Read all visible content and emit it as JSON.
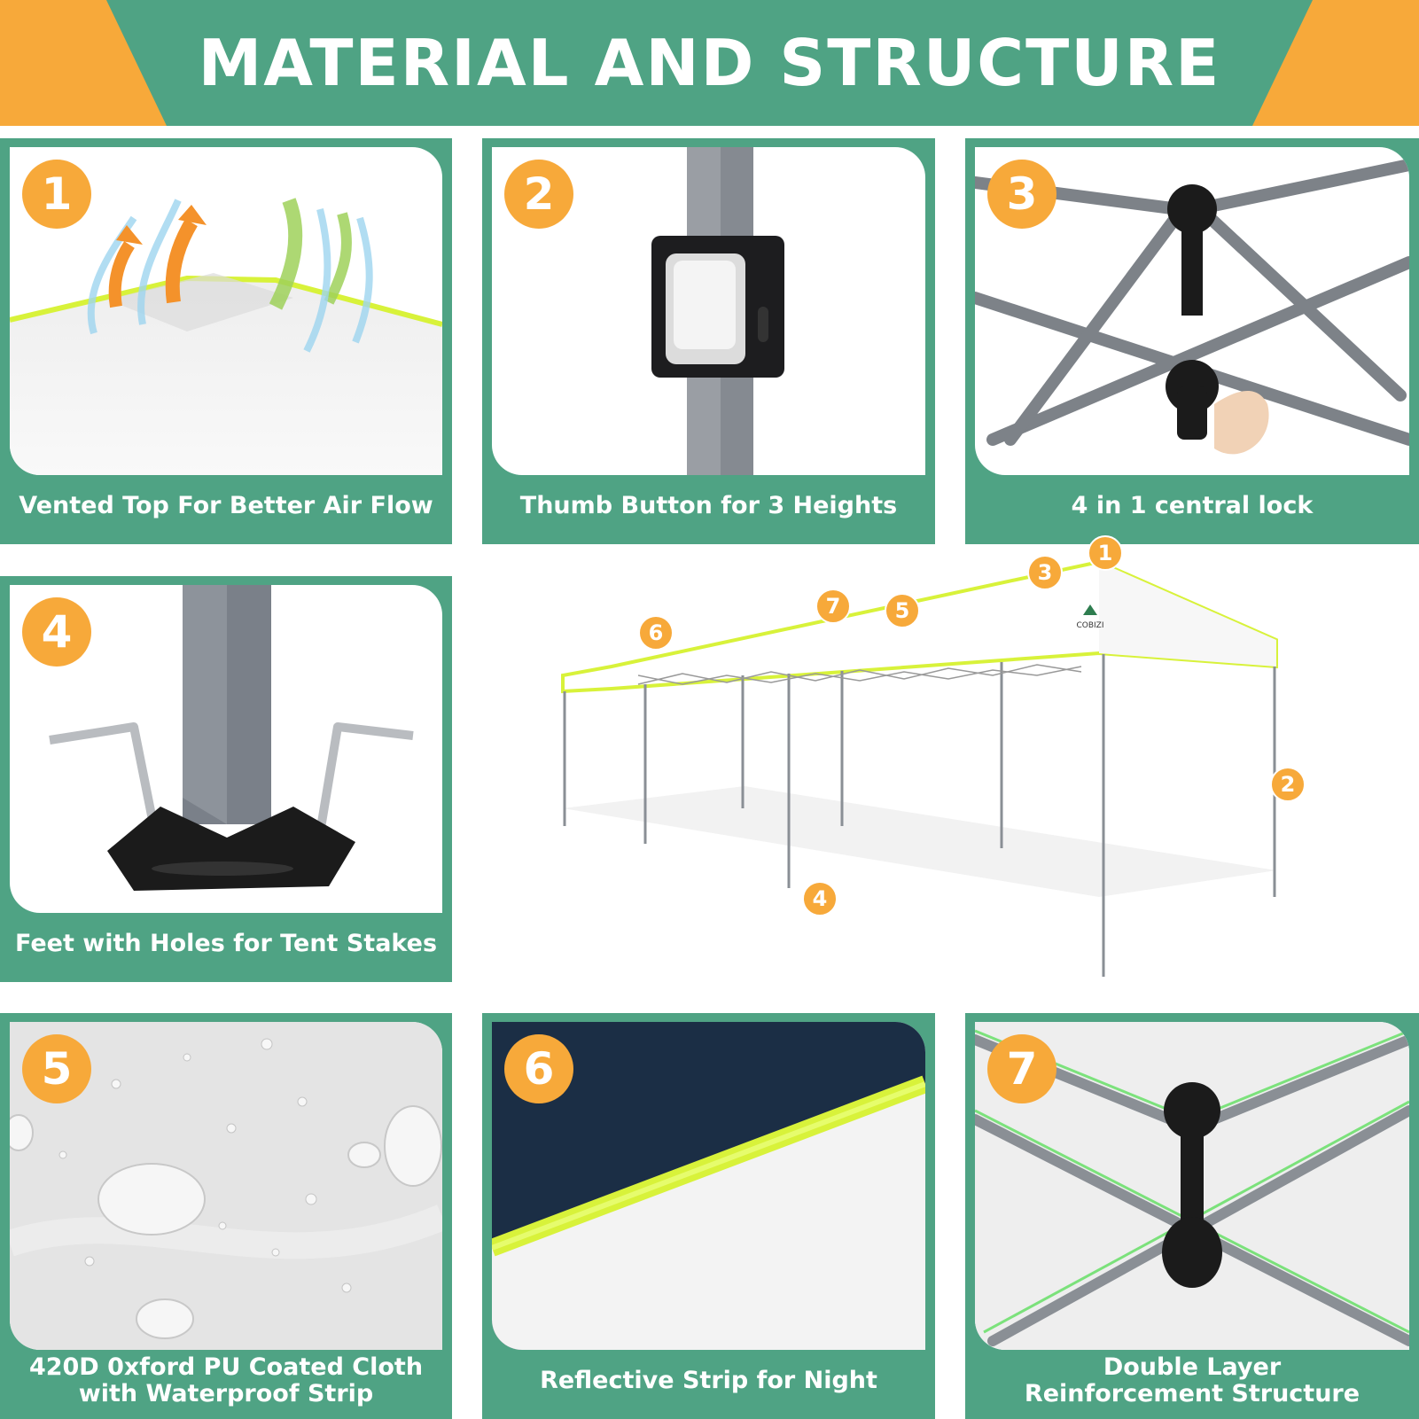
{
  "header": {
    "title": "MATERIAL AND STRUCTURE"
  },
  "colors": {
    "green": "#4fa384",
    "orange": "#f7a93a",
    "reflective": "#d8f23a"
  },
  "features": [
    {
      "number": "1",
      "caption": [
        "Vented Top For Better Air Flow"
      ]
    },
    {
      "number": "2",
      "caption": [
        "Thumb Button for 3 Heights"
      ]
    },
    {
      "number": "3",
      "caption": [
        "4 in 1 central lock"
      ]
    },
    {
      "number": "4",
      "caption": [
        "Feet with Holes for Tent Stakes"
      ]
    },
    {
      "number": "5",
      "caption": [
        "420D 0xford PU Coated Cloth",
        "with Waterproof Strip"
      ]
    },
    {
      "number": "6",
      "caption": [
        "Reflective Strip for Night"
      ]
    },
    {
      "number": "7",
      "caption": [
        "Double Layer",
        "Reinforcement Structure"
      ]
    }
  ],
  "tent": {
    "brand": "COBIZI",
    "callouts": [
      "1",
      "3",
      "7",
      "5",
      "6",
      "2",
      "4"
    ]
  }
}
